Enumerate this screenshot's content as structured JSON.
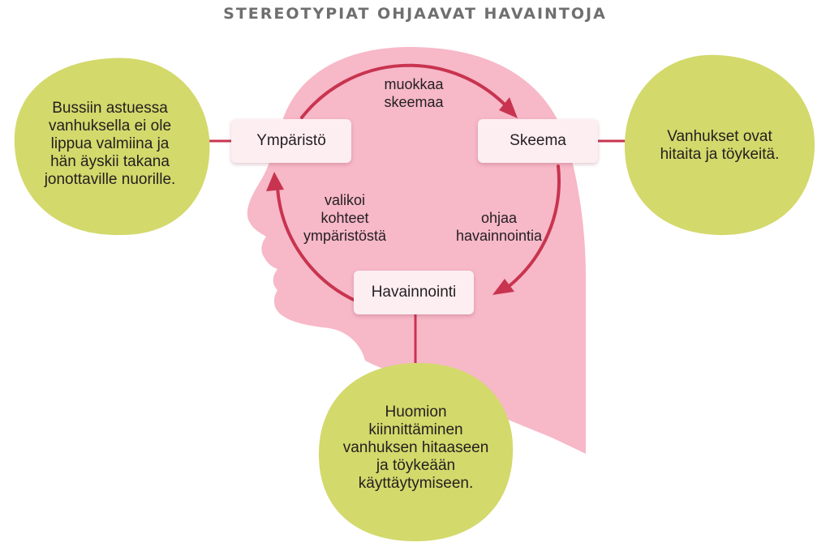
{
  "title": "STEREOTYPIAT OHJAAVAT HAVAINTOJA",
  "colors": {
    "head": "#f7b8c8",
    "blob": "#d3d96b",
    "arrow": "#c8344f",
    "connector": "#c8344f",
    "node_bg": "#fdeef2",
    "title": "#6f6f6f"
  },
  "nodes": {
    "environment": "Ympäristö",
    "schema": "Skeema",
    "observation": "Havainnointi"
  },
  "cycle_labels": {
    "modifies_schema": "muokkaa\nskeemaa",
    "guides_observation": "ohjaa\nhavainnointia",
    "selects_targets": "valikoi\nkohteet\nympäristöstä"
  },
  "examples": {
    "environment_example": "Bussiin astuessa\nvanhuksella ei ole\nlippua valmiina ja\nhän äyskii takana\njonottaville nuorille.",
    "schema_example": "Vanhukset ovat\nhitaita ja töykeitä.",
    "observation_example": "Huomion\nkiinnittäminen\nvanhuksen hitaaseen\nja töykeään\nkäyttäytymiseen."
  }
}
